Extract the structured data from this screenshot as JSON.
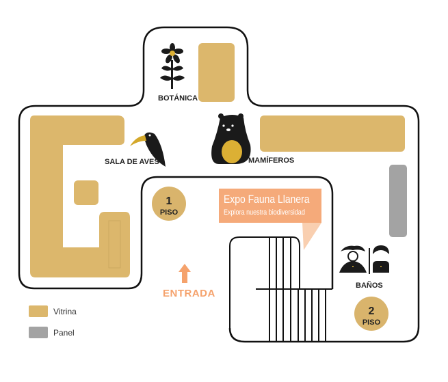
{
  "colors": {
    "vitrina": "#dcb76c",
    "panel": "#a3a3a3",
    "accent": "#f5aa7a",
    "outline": "#111111"
  },
  "rooms": {
    "botanica": {
      "label": "BOTÁNICA",
      "icon": "flower-icon"
    },
    "aves": {
      "label": "SALA DE AVES",
      "icon": "toucan-icon"
    },
    "mamiferos": {
      "label": "MAMÍFEROS",
      "icon": "bear-icon"
    },
    "banos": {
      "label": "BAÑOS",
      "icon": "restroom-icon"
    }
  },
  "floors": [
    {
      "number": "1",
      "label": "PISO"
    },
    {
      "number": "2",
      "label": "PISO"
    }
  ],
  "sign": {
    "title": "Expo Fauna Llanera",
    "subtitle": "Explora nuestra biodiversidad"
  },
  "entrance": {
    "label": "ENTRADA",
    "icon": "arrow-up-icon"
  },
  "legend": [
    {
      "label": "Vitrina"
    },
    {
      "label": "Panel"
    }
  ]
}
